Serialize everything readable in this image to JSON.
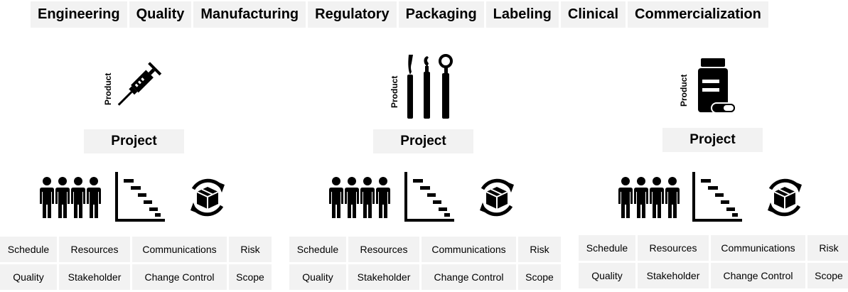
{
  "categories": [
    "Engineering",
    "Quality",
    "Manufacturing",
    "Regulatory",
    "Packaging",
    "Labeling",
    "Clinical",
    "Commercialization"
  ],
  "columns": [
    {
      "product_label": "Product",
      "product_icon": "syringe-icon",
      "project_label": "Project",
      "tasks": [
        "Schedule",
        "Resources",
        "Communications",
        "Risk",
        "Quality",
        "Stakeholder",
        "Change Control",
        "Scope"
      ]
    },
    {
      "product_label": "Product",
      "product_icon": "dental-tools-icon",
      "project_label": "Project",
      "tasks": [
        "Schedule",
        "Resources",
        "Communications",
        "Risk",
        "Quality",
        "Stakeholder",
        "Change Control",
        "Scope"
      ]
    },
    {
      "product_label": "Product",
      "product_icon": "pill-bottle-icon",
      "project_label": "Project",
      "tasks": [
        "Schedule",
        "Resources",
        "Communications",
        "Risk",
        "Quality",
        "Stakeholder",
        "Change Control",
        "Scope"
      ]
    }
  ],
  "process_icons": [
    "team-icon",
    "gantt-chart-icon",
    "product-cycle-icon"
  ],
  "colors": {
    "box_fill": "#f2f2f2",
    "icon": "#000000",
    "background": "#ffffff"
  }
}
